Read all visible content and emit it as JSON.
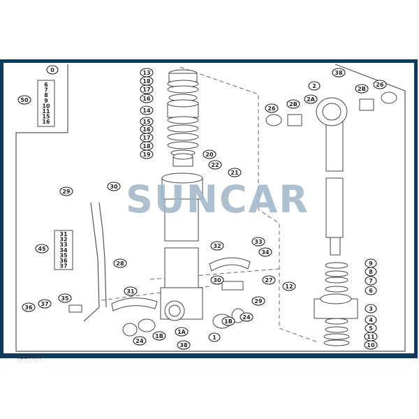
{
  "watermark": "SUNCAR",
  "figure_id": "T207474",
  "colors": {
    "frame": "#0d3b5e",
    "watermark": "#9fb6c8"
  },
  "groups": {
    "group_50": {
      "callout": "50",
      "items": [
        "6",
        "7",
        "8",
        "9",
        "10",
        "11",
        "15",
        "16"
      ]
    },
    "group_45": {
      "callout": "45",
      "items": [
        "31",
        "32",
        "33",
        "34",
        "35",
        "36",
        "37"
      ]
    }
  },
  "callouts": [
    "0",
    "13",
    "18",
    "17",
    "16",
    "14",
    "15",
    "16",
    "17",
    "18",
    "19",
    "20",
    "22",
    "21",
    "29",
    "30",
    "28",
    "31",
    "35",
    "37",
    "36",
    "24",
    "1B",
    "1A",
    "38",
    "1",
    "1B",
    "24",
    "29",
    "30",
    "27",
    "32",
    "33",
    "34",
    "38",
    "2",
    "2A",
    "2B",
    "2B",
    "26",
    "26",
    "9",
    "8",
    "7",
    "6",
    "12",
    "3",
    "4",
    "5",
    "11",
    "10"
  ]
}
